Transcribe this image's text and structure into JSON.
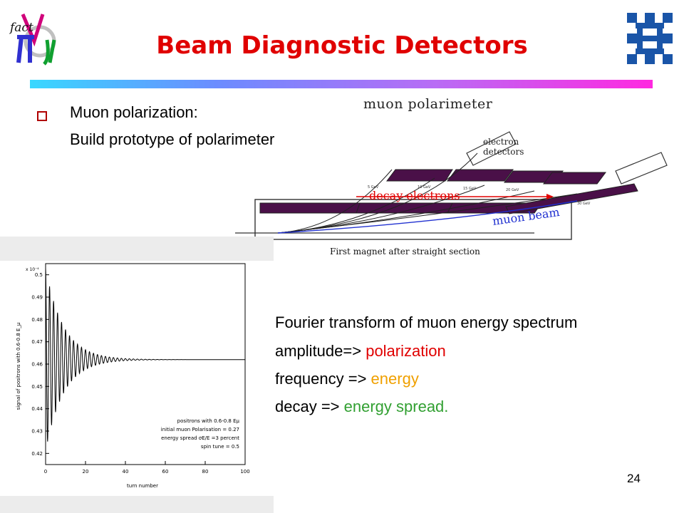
{
  "slide": {
    "title": "Beam Diagnostic Detectors",
    "logo_text": "fact",
    "page_number": "24"
  },
  "bullet": {
    "line1": "Muon polarization:",
    "line2": "Build prototype of polarimeter"
  },
  "polarimeter": {
    "title": "muon polarimeter",
    "electron_detectors": [
      "electron",
      "detectors"
    ],
    "decay_label": "decay electrons",
    "beam_label": "muon beam",
    "caption": "First magnet after straight section",
    "energy_labels": [
      "5 GeV",
      "10 GeV",
      "15 GeV",
      "20 GeV",
      "30 GeV"
    ]
  },
  "fourier": {
    "line1": "Fourier transform of muon energy spectrum",
    "line2_a": "amplitude=> ",
    "line2_b": "polarization",
    "line3_a": "frequency => ",
    "line3_b": "energy",
    "line4_a": "decay => ",
    "line4_b": "energy spread."
  },
  "chart_data": {
    "type": "line",
    "xlabel": "turn number",
    "ylabel": "signal of positrons with 0.6-0.8 E_μ",
    "y_multiplier": "x 10⁻⁴",
    "xlim": [
      0,
      100
    ],
    "ylim": [
      0.415,
      0.505
    ],
    "x_ticks": [
      0,
      20,
      40,
      60,
      80,
      100
    ],
    "y_ticks": [
      0.42,
      0.43,
      0.44,
      0.45,
      0.46,
      0.47,
      0.48,
      0.49,
      0.5
    ],
    "series": [
      {
        "baseline": 0.462,
        "initial_amplitude": 0.041,
        "oscillation_period_turns": 2,
        "decay_turns": 9,
        "x_end": 100
      }
    ],
    "legend_lines": [
      "positrons with 0.6-0.8 Eμ",
      "initial muon  Polarisation = 0.27",
      "energy spread σE/E =3 percent",
      "spin tune = 0.5"
    ]
  }
}
